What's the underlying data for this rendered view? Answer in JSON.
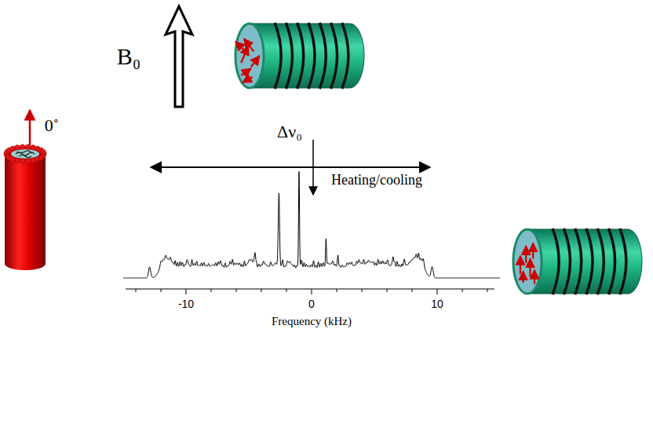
{
  "diagram": {
    "labels": [
      "B₀",
      "0˚",
      "Heating/cooling",
      "Δν₀",
      "-10",
      "0",
      "10",
      "Frequency (kHz)"
    ]
  }
}
